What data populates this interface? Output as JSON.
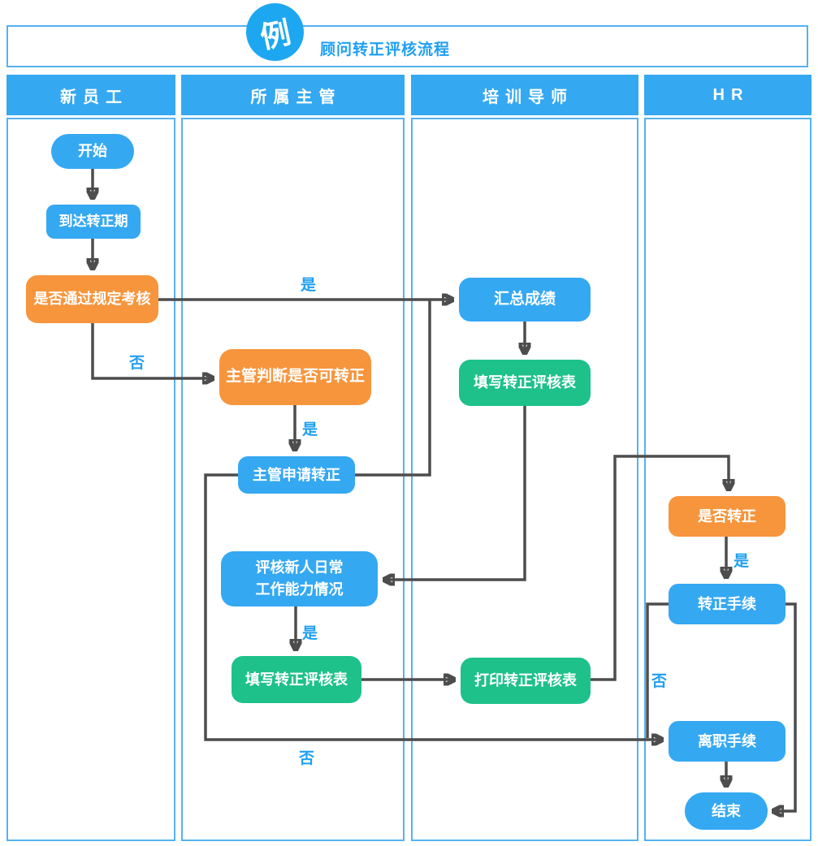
{
  "title": {
    "badge": "例",
    "text": "顾问转正评核流程"
  },
  "lanes": [
    {
      "label": "新员工"
    },
    {
      "label": "所属主管"
    },
    {
      "label": "培训导师"
    },
    {
      "label": "HR"
    }
  ],
  "nodes": [
    {
      "id": "start",
      "label": "开始",
      "type": "terminator",
      "color": "blue",
      "lane": "新员工"
    },
    {
      "id": "reach-probation-end",
      "label": "到达转正期",
      "type": "process",
      "color": "blue",
      "lane": "新员工"
    },
    {
      "id": "pass-exam",
      "label": "是否通过规定考核",
      "type": "decision",
      "color": "orange",
      "lane": "新员工"
    },
    {
      "id": "supervisor-judge",
      "label": "主管判断是否可转正",
      "type": "decision",
      "color": "orange",
      "lane": "所属主管"
    },
    {
      "id": "supervisor-apply",
      "label": "主管申请转正",
      "type": "process",
      "color": "blue",
      "lane": "所属主管"
    },
    {
      "id": "evaluate-daily-work",
      "label": "评核新人日常工作能力情况",
      "line1": "评核新人日常",
      "line2": "工作能力情况",
      "type": "process",
      "color": "blue",
      "lane": "所属主管"
    },
    {
      "id": "fill-form-supervisor",
      "label": "填写转正评核表",
      "type": "process",
      "color": "green",
      "lane": "所属主管"
    },
    {
      "id": "summarize-scores",
      "label": "汇总成绩",
      "type": "process",
      "color": "blue",
      "lane": "培训导师"
    },
    {
      "id": "fill-form-tutor",
      "label": "填写转正评核表",
      "type": "process",
      "color": "green",
      "lane": "培训导师"
    },
    {
      "id": "print-form",
      "label": "打印转正评核表",
      "type": "process",
      "color": "green",
      "lane": "培训导师"
    },
    {
      "id": "confirm-regularization",
      "label": "是否转正",
      "type": "decision",
      "color": "orange",
      "lane": "HR"
    },
    {
      "id": "regularization-procedure",
      "label": "转正手续",
      "type": "process",
      "color": "blue",
      "lane": "HR"
    },
    {
      "id": "resignation-procedure",
      "label": "离职手续",
      "type": "process",
      "color": "blue",
      "lane": "HR"
    },
    {
      "id": "end",
      "label": "结束",
      "type": "terminator",
      "color": "blue",
      "lane": "HR"
    }
  ],
  "edge_labels": {
    "pass_yes": "是",
    "pass_no": "否",
    "judge_yes": "是",
    "evaluate_yes": "是",
    "confirm_yes": "是",
    "regular_no": "否",
    "apply_no": "否"
  },
  "colors": {
    "node_blue": "#35a8f2",
    "node_orange": "#f7953d",
    "node_green": "#1ec189",
    "connector_gray": "#4d4d4d",
    "edge_label_blue": "#1f9ff2",
    "lane_border_blue": "#55b2f1",
    "badge_blue": "#1ea7f1"
  }
}
